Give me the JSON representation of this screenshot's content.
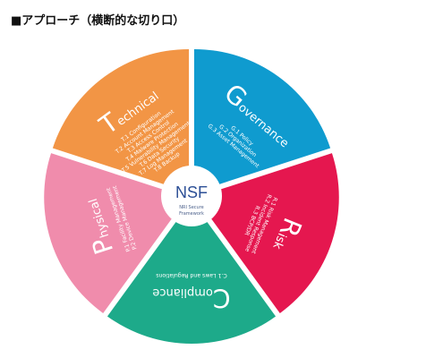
{
  "heading": "■アプローチ（横断的な切り口）",
  "center": {
    "title": "NSF",
    "subtitle_1": "NRI Secure",
    "subtitle_2": "Framework"
  },
  "segments": [
    {
      "key": "governance",
      "initial": "G",
      "rest": "overnance",
      "color": "#0f9bcf",
      "items": [
        "G.1 Policy",
        "G.2 Organization",
        "G.3 Asset Management"
      ]
    },
    {
      "key": "risk",
      "initial": "R",
      "rest": "isk",
      "color": "#e5174f",
      "items": [
        "R.1 Risk Management",
        "R.2 Incident Response",
        "R.3 BCP/DR"
      ]
    },
    {
      "key": "compliance",
      "initial": "C",
      "rest": "ompliance",
      "color": "#1daa8a",
      "items": [
        "C.1 Laws and Regulations"
      ]
    },
    {
      "key": "physical",
      "initial": "P",
      "rest": "hysical",
      "color": "#f08cac",
      "items": [
        "P.1 Facility Management",
        "P.2 Device Management"
      ]
    },
    {
      "key": "technical",
      "initial": "T",
      "rest": "echnical",
      "color": "#f29545",
      "items": [
        "T.1 Configuration",
        "T.2 Account Management",
        "T.3 Access Control",
        "T.4 Malware Protection",
        "T.5 Vulnerability Management",
        "T.6 Data Security",
        "T.7 Log Management",
        "T.8 Backup"
      ]
    }
  ]
}
